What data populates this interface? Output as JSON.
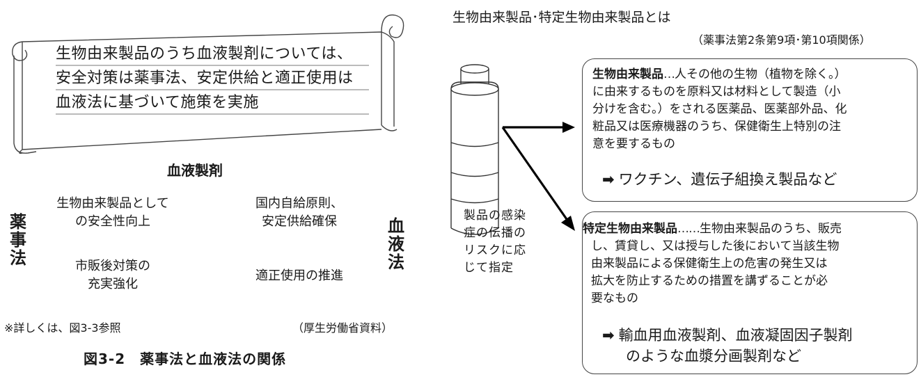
{
  "scroll": {
    "lines": [
      "生物由来製品のうち血液製剤については、",
      "安全対策は薬事法、安定供給と適正使用は",
      "血液法に基づいて施策を実施"
    ]
  },
  "blood_products_title": "血液製剤",
  "left_law": [
    "薬",
    "事",
    "法"
  ],
  "right_law": [
    "血",
    "液",
    "法"
  ],
  "quadrants": {
    "top_left": [
      "生物由来製品として",
      "の安全性向上"
    ],
    "bottom_left": [
      "市販後対策の",
      "充実強化"
    ],
    "top_right": [
      "国内自給原則、",
      "安定供給確保"
    ],
    "bottom_right": [
      "適正使用の推進"
    ]
  },
  "note": "※詳しくは、図3-3参照",
  "source": "（厚生労働省資料）",
  "figure_caption": "図3-2　薬事法と血液法の関係",
  "right_panel": {
    "title": "生物由来製品･特定生物由来製品とは",
    "subtitle": "（薬事法第2条第9項･第10項関係）",
    "designation_note": [
      "製品の感染",
      "症の伝播の",
      "リスクに応",
      "じて指定"
    ],
    "box1": {
      "heading": "生物由来製品",
      "dots": "…",
      "lines": [
        "人その他の生物（植物を除く。）",
        "に由来するものを原料又は材料として製造（小",
        "分けを含む。）をされる医薬品、医薬部外品、化",
        "粧品又は医療機器のうち、保健衛生上特別の注",
        "意を要するもの"
      ],
      "arrow": "➡",
      "example": "ワクチン、遺伝子組換え製品など"
    },
    "box2": {
      "heading": "特定生物由来製品",
      "dots": "……",
      "lines": [
        "生物由来製品のうち、販売",
        "し、賃貸し、又は授与した後において当該生物",
        "由来製品による保健衛生上の危害の発生又は",
        "拡大を防止するための措置を講ずることが必",
        "要なもの"
      ],
      "arrow": "➡",
      "example_lines": [
        "輸血用血液製剤、血液凝固因子製剤",
        "のような血漿分画製剤など"
      ]
    }
  }
}
